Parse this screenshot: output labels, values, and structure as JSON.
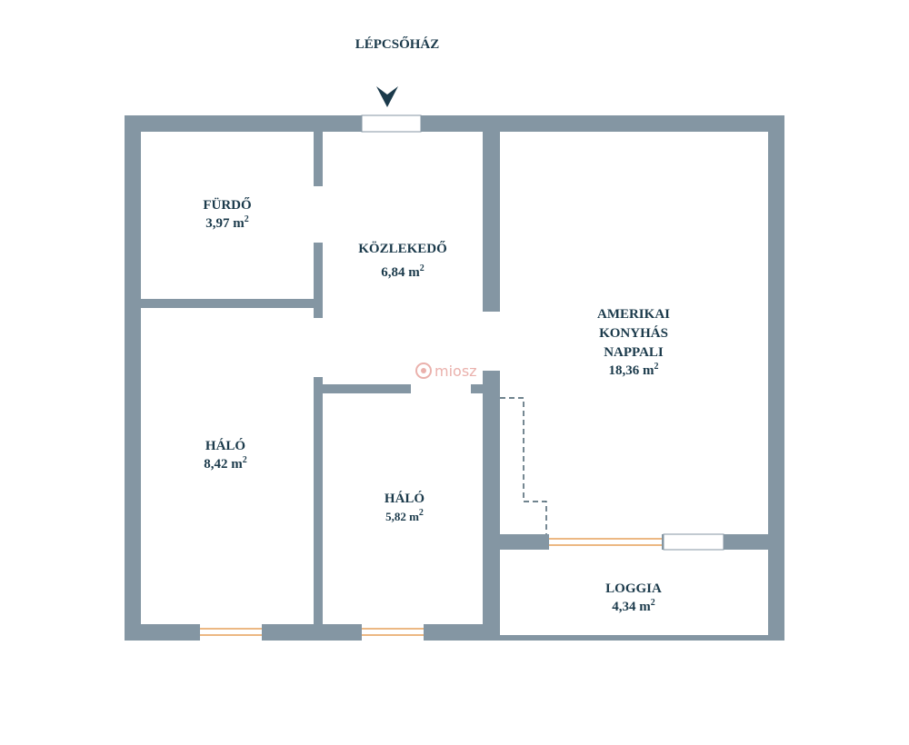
{
  "entrance": {
    "label": "LÉPCSŐHÁZ"
  },
  "rooms": [
    {
      "id": "furdo",
      "name_lines": [
        "FÜRDŐ"
      ],
      "area": "3,97 m",
      "sup": "2"
    },
    {
      "id": "kozlekedo",
      "name_lines": [
        "KÖZLEKEDŐ"
      ],
      "area": "6,84 m",
      "sup": "2"
    },
    {
      "id": "nappali",
      "name_lines": [
        "AMERIKAI",
        "KONYHÁS",
        "NAPPALI"
      ],
      "area": "18,36 m",
      "sup": "2"
    },
    {
      "id": "halo-left",
      "name_lines": [
        "HÁLÓ"
      ],
      "area": "8,42 m",
      "sup": "2"
    },
    {
      "id": "halo-right",
      "name_lines": [
        "HÁLÓ"
      ],
      "area": "5,82 m",
      "sup": "2"
    },
    {
      "id": "loggia",
      "name_lines": [
        "LOGGIA"
      ],
      "area": "4,34 m",
      "sup": "2"
    }
  ],
  "watermark": {
    "text": "miosz"
  },
  "colors": {
    "wall": "#8496a3",
    "label": "#1b3a4b",
    "window": "#e6a15a",
    "watermark": "#e8a9a4"
  }
}
